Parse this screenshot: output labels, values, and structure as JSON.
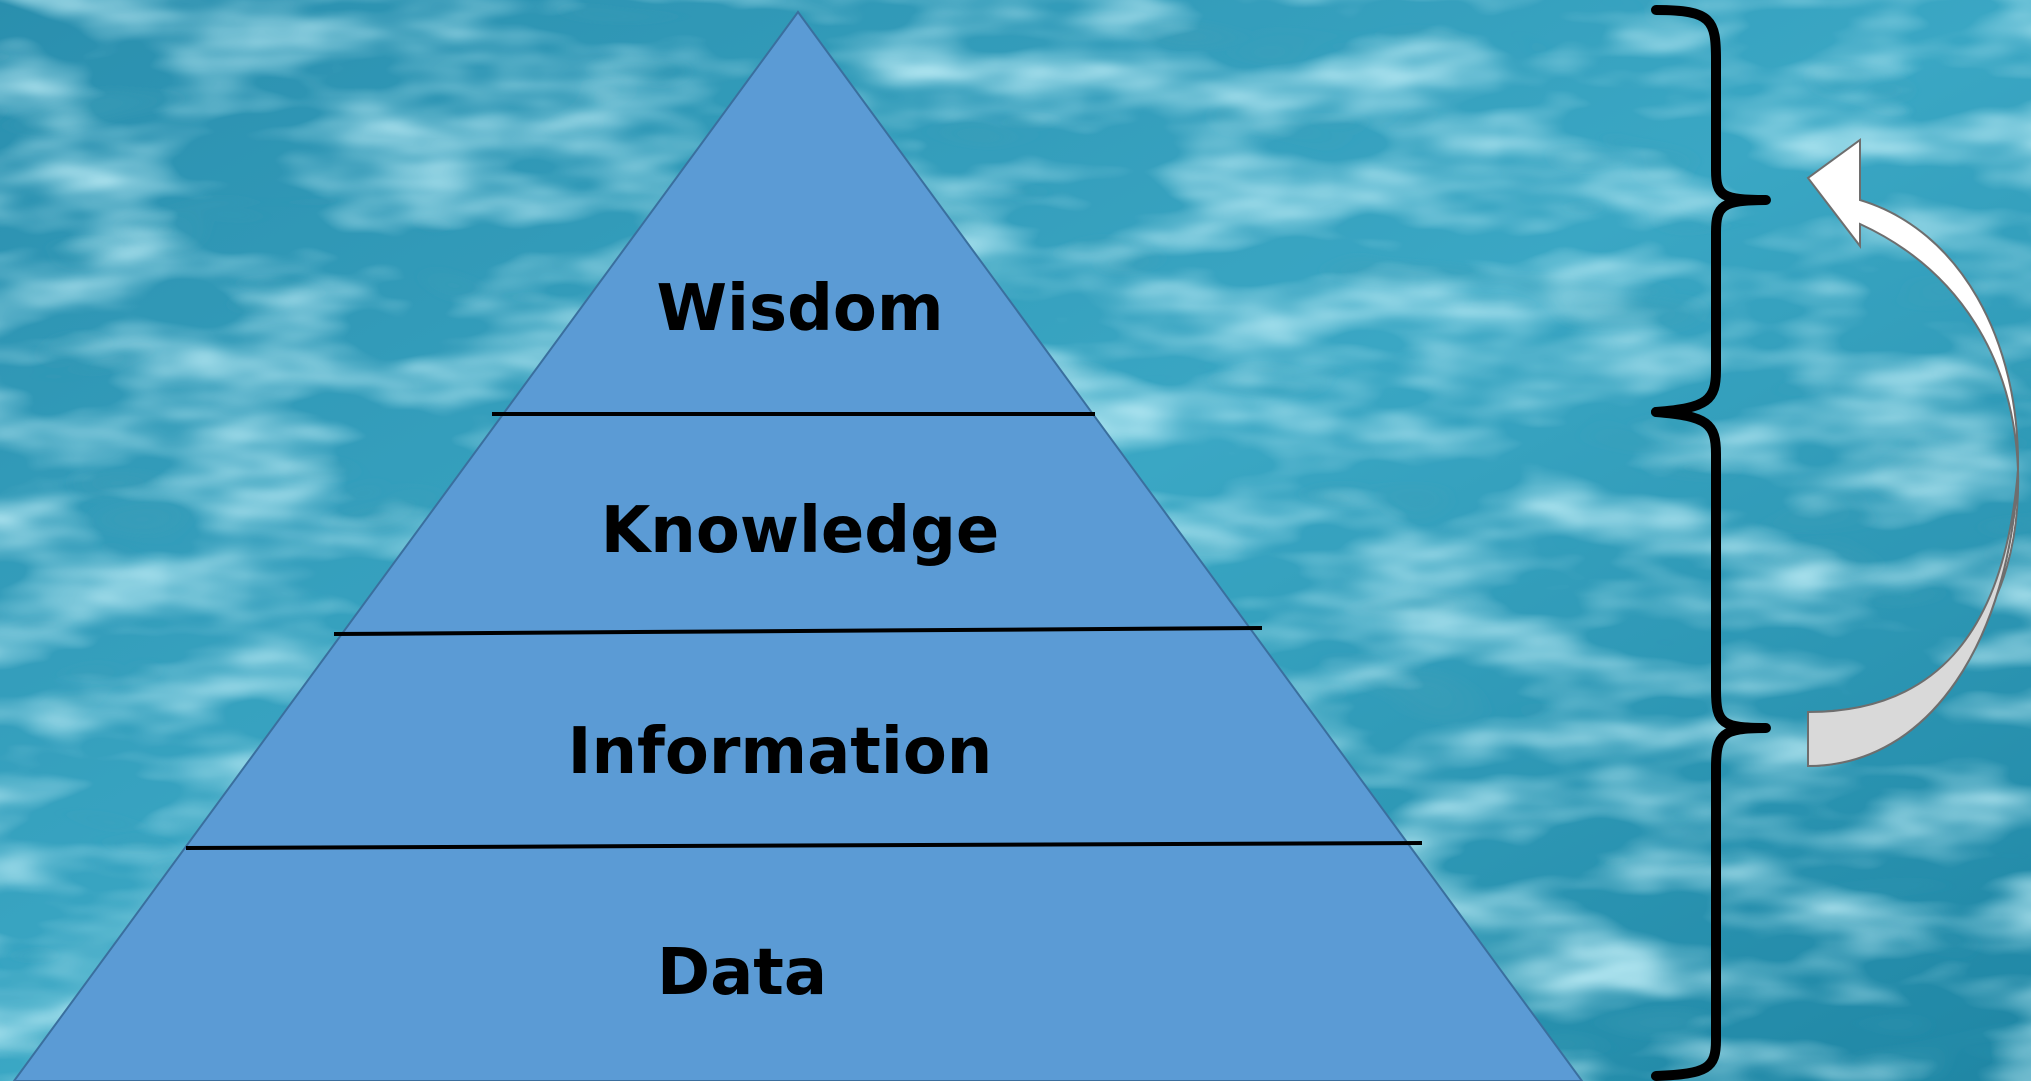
{
  "pyramid": {
    "levels": [
      {
        "label": "Wisdom"
      },
      {
        "label": "Knowledge"
      },
      {
        "label": "Information"
      },
      {
        "label": "Data"
      }
    ],
    "fill_color": "#5b9bd5",
    "line_color": "#000000"
  },
  "background": {
    "description_colors": [
      "#1c7f9c",
      "#4fb3cc",
      "#a7e1ee",
      "#0e5f7a"
    ]
  },
  "annotation": {
    "brace_color": "#000000",
    "arrow_color": "#d9d9d9",
    "arrow_icon": "curved-up-arrow-icon"
  }
}
